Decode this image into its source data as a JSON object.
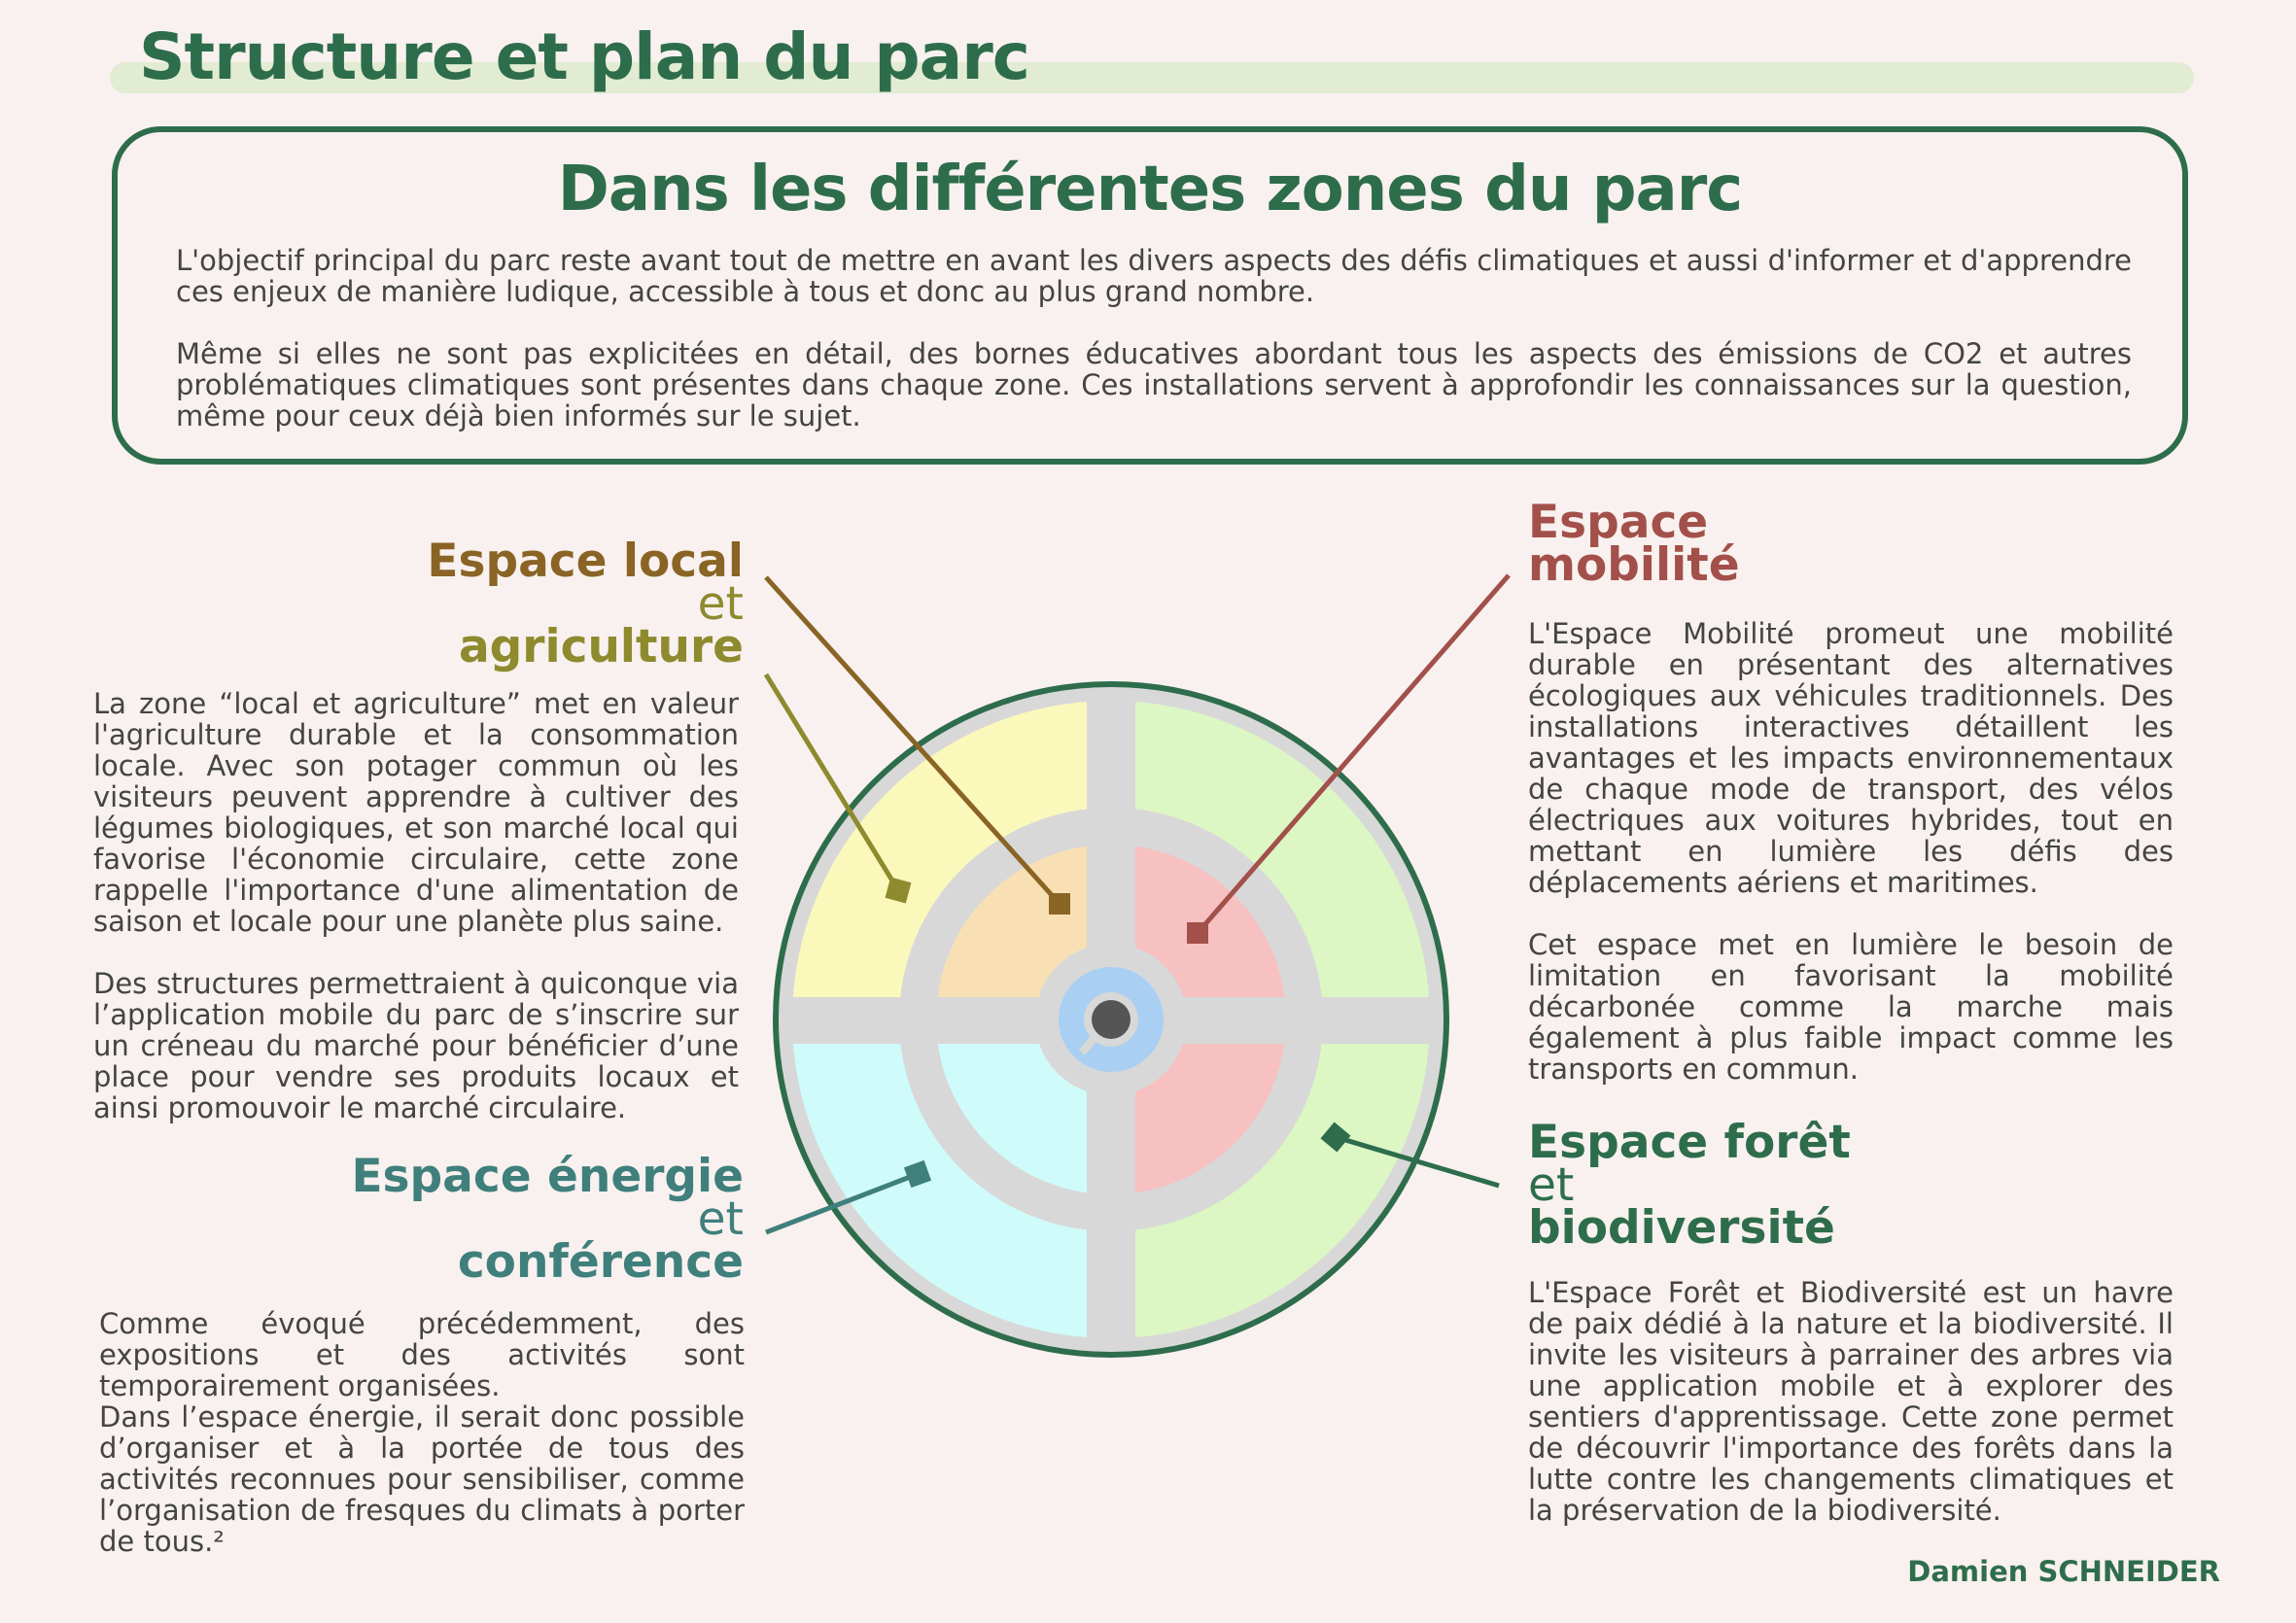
{
  "header": {
    "title": "Structure et plan du parc"
  },
  "intro": {
    "title": "Dans les différentes zones du parc",
    "paragraph_1": "L'objectif principal du parc reste avant tout de mettre en avant les divers aspects des défis climatiques et aussi d'informer et d'apprendre ces enjeux de manière ludique, accessible à tous et donc au plus grand nombre.",
    "paragraph_2": "Même si elles ne sont pas explicitées en détail, des bornes éducatives abordant tous les aspects des émissions de CO2 et autres problématiques climatiques sont présentes dans chaque zone. Ces installations servent à approfondir les connaissances sur la question, même pour ceux déjà bien informés sur le sujet."
  },
  "zones": {
    "local": {
      "title_1": "Espace local",
      "title_2": "et",
      "title_3": "agriculture",
      "paragraph_1": "La zone “local et agriculture” met en valeur l'agriculture durable et la consommation locale. Avec son potager commun où les visiteurs peuvent apprendre à cultiver des légumes biologiques, et son marché local qui favorise l'économie circulaire, cette zone rappelle l'importance d'une alimentation de saison et locale pour une planète plus saine.",
      "paragraph_2": "Des structures permettraient à quiconque via l’application mobile du parc de s’inscrire sur un créneau du marché pour bénéficier d’une place pour vendre ses produits locaux et ainsi promouvoir le marché circulaire.",
      "color_1": "#8a6425",
      "color_2": "#8e8a2e"
    },
    "mobility": {
      "title_1": "Espace",
      "title_2": "mobilité",
      "paragraph_1": "L'Espace Mobilité promeut une mobilité durable en présentant des alternatives écologiques aux véhicules traditionnels. Des installations interactives détaillent les avantages et les impacts environnementaux de chaque mode de transport, des vélos électriques aux voitures hybrides, tout en mettant en lumière les défis des déplacements aériens et maritimes.",
      "paragraph_2": "Cet espace met en lumière le besoin de limitation en favorisant la mobilité décarbonée comme la marche mais également à plus faible impact comme les transports en commun.",
      "color": "#a3504a"
    },
    "energy": {
      "title_1": "Espace énergie",
      "title_2": "et",
      "title_3": "conférence",
      "paragraph_1": "Comme évoqué précédemment, des expositions et des activités sont temporairement organisées.",
      "paragraph_2": "Dans l’espace énergie, il serait donc possible d’organiser et à la portée de tous des activités reconnues pour sensibiliser, comme l’organisation de fresques du climats à porter de tous.²",
      "color": "#3f7f7c"
    },
    "forest": {
      "title_1": "Espace forêt",
      "title_2": "et",
      "title_3": "biodiversité",
      "paragraph_1": "L'Espace Forêt et Biodiversité est un havre de paix dédié à la nature et la biodiversité. Il invite les visiteurs à parrainer des arbres via une application mobile et à explorer des sentiers d'apprentissage. Cette zone permet de découvrir l'importance des forêts dans la lutte contre les changements climatiques et la préservation de la biodiversité.",
      "color": "#2e6d4c"
    }
  },
  "map": {
    "quadrant_colors": {
      "top_left_outer": "#fbf8bc",
      "top_left_inner": "#f9e0b4",
      "top_right_outer": "#dcf6c4",
      "top_right_inner": "#f6c1c0",
      "bottom_left": "#cffbfa",
      "bottom_right_inner": "#f6c1c0",
      "bottom_right_outer": "#dcf6c4"
    },
    "center_icon": "location-pin-icon"
  },
  "footer": {
    "author": "Damien SCHNEIDER"
  }
}
